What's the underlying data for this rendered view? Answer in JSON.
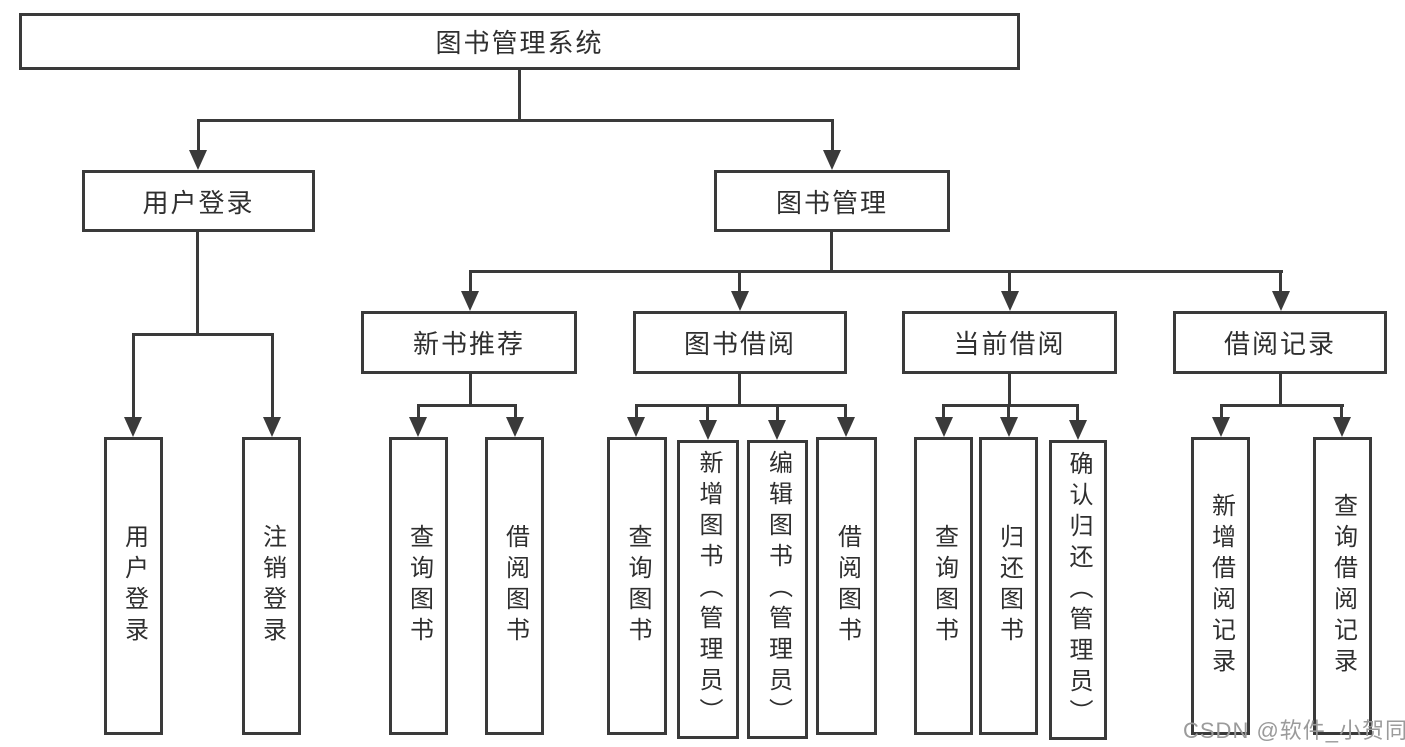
{
  "diagram": {
    "type": "hierarchy-tree",
    "nodes": {
      "root": {
        "label": "图书管理系统"
      },
      "user_login": {
        "label": "用户登录"
      },
      "book_management": {
        "label": "图书管理"
      },
      "new_book_recommend": {
        "label": "新书推荐"
      },
      "book_borrow": {
        "label": "图书借阅"
      },
      "current_borrow": {
        "label": "当前借阅"
      },
      "borrow_records": {
        "label": "借阅记录"
      },
      "leaf_user_login": {
        "label": "用户登录"
      },
      "leaf_logout_login": {
        "label": "注销登录"
      },
      "leaf_query_book_1": {
        "label": "查询图书"
      },
      "leaf_borrow_book_1": {
        "label": "借阅图书"
      },
      "leaf_query_book_2": {
        "label": "查询图书"
      },
      "leaf_add_book_admin": {
        "label": "新增图书（管理员）"
      },
      "leaf_edit_book_admin": {
        "label": "编辑图书（管理员）"
      },
      "leaf_borrow_book_2": {
        "label": "借阅图书"
      },
      "leaf_query_book_3": {
        "label": "查询图书"
      },
      "leaf_return_book": {
        "label": "归还图书"
      },
      "leaf_confirm_return_admin": {
        "label": "确认归还（管理员）"
      },
      "leaf_add_borrow_record": {
        "label": "新增借阅记录"
      },
      "leaf_query_borrow_record": {
        "label": "查询借阅记录"
      }
    },
    "hierarchy": {
      "图书管理系统": {
        "用户登录": [
          "用户登录",
          "注销登录"
        ],
        "图书管理": {
          "新书推荐": [
            "查询图书",
            "借阅图书"
          ],
          "图书借阅": [
            "查询图书",
            "新增图书（管理员）",
            "编辑图书（管理员）",
            "借阅图书"
          ],
          "当前借阅": [
            "查询图书",
            "归还图书",
            "确认归还（管理员）"
          ],
          "借阅记录": [
            "新增借阅记录",
            "查询借阅记录"
          ]
        }
      }
    },
    "colors": {
      "border": "#3a3a3a",
      "line": "#3a3a3a",
      "text": "#2f2f2f",
      "background": "#ffffff",
      "watermark": "#9b9b9b"
    }
  },
  "watermark": {
    "text": "CSDN @软件_小贺同学"
  }
}
